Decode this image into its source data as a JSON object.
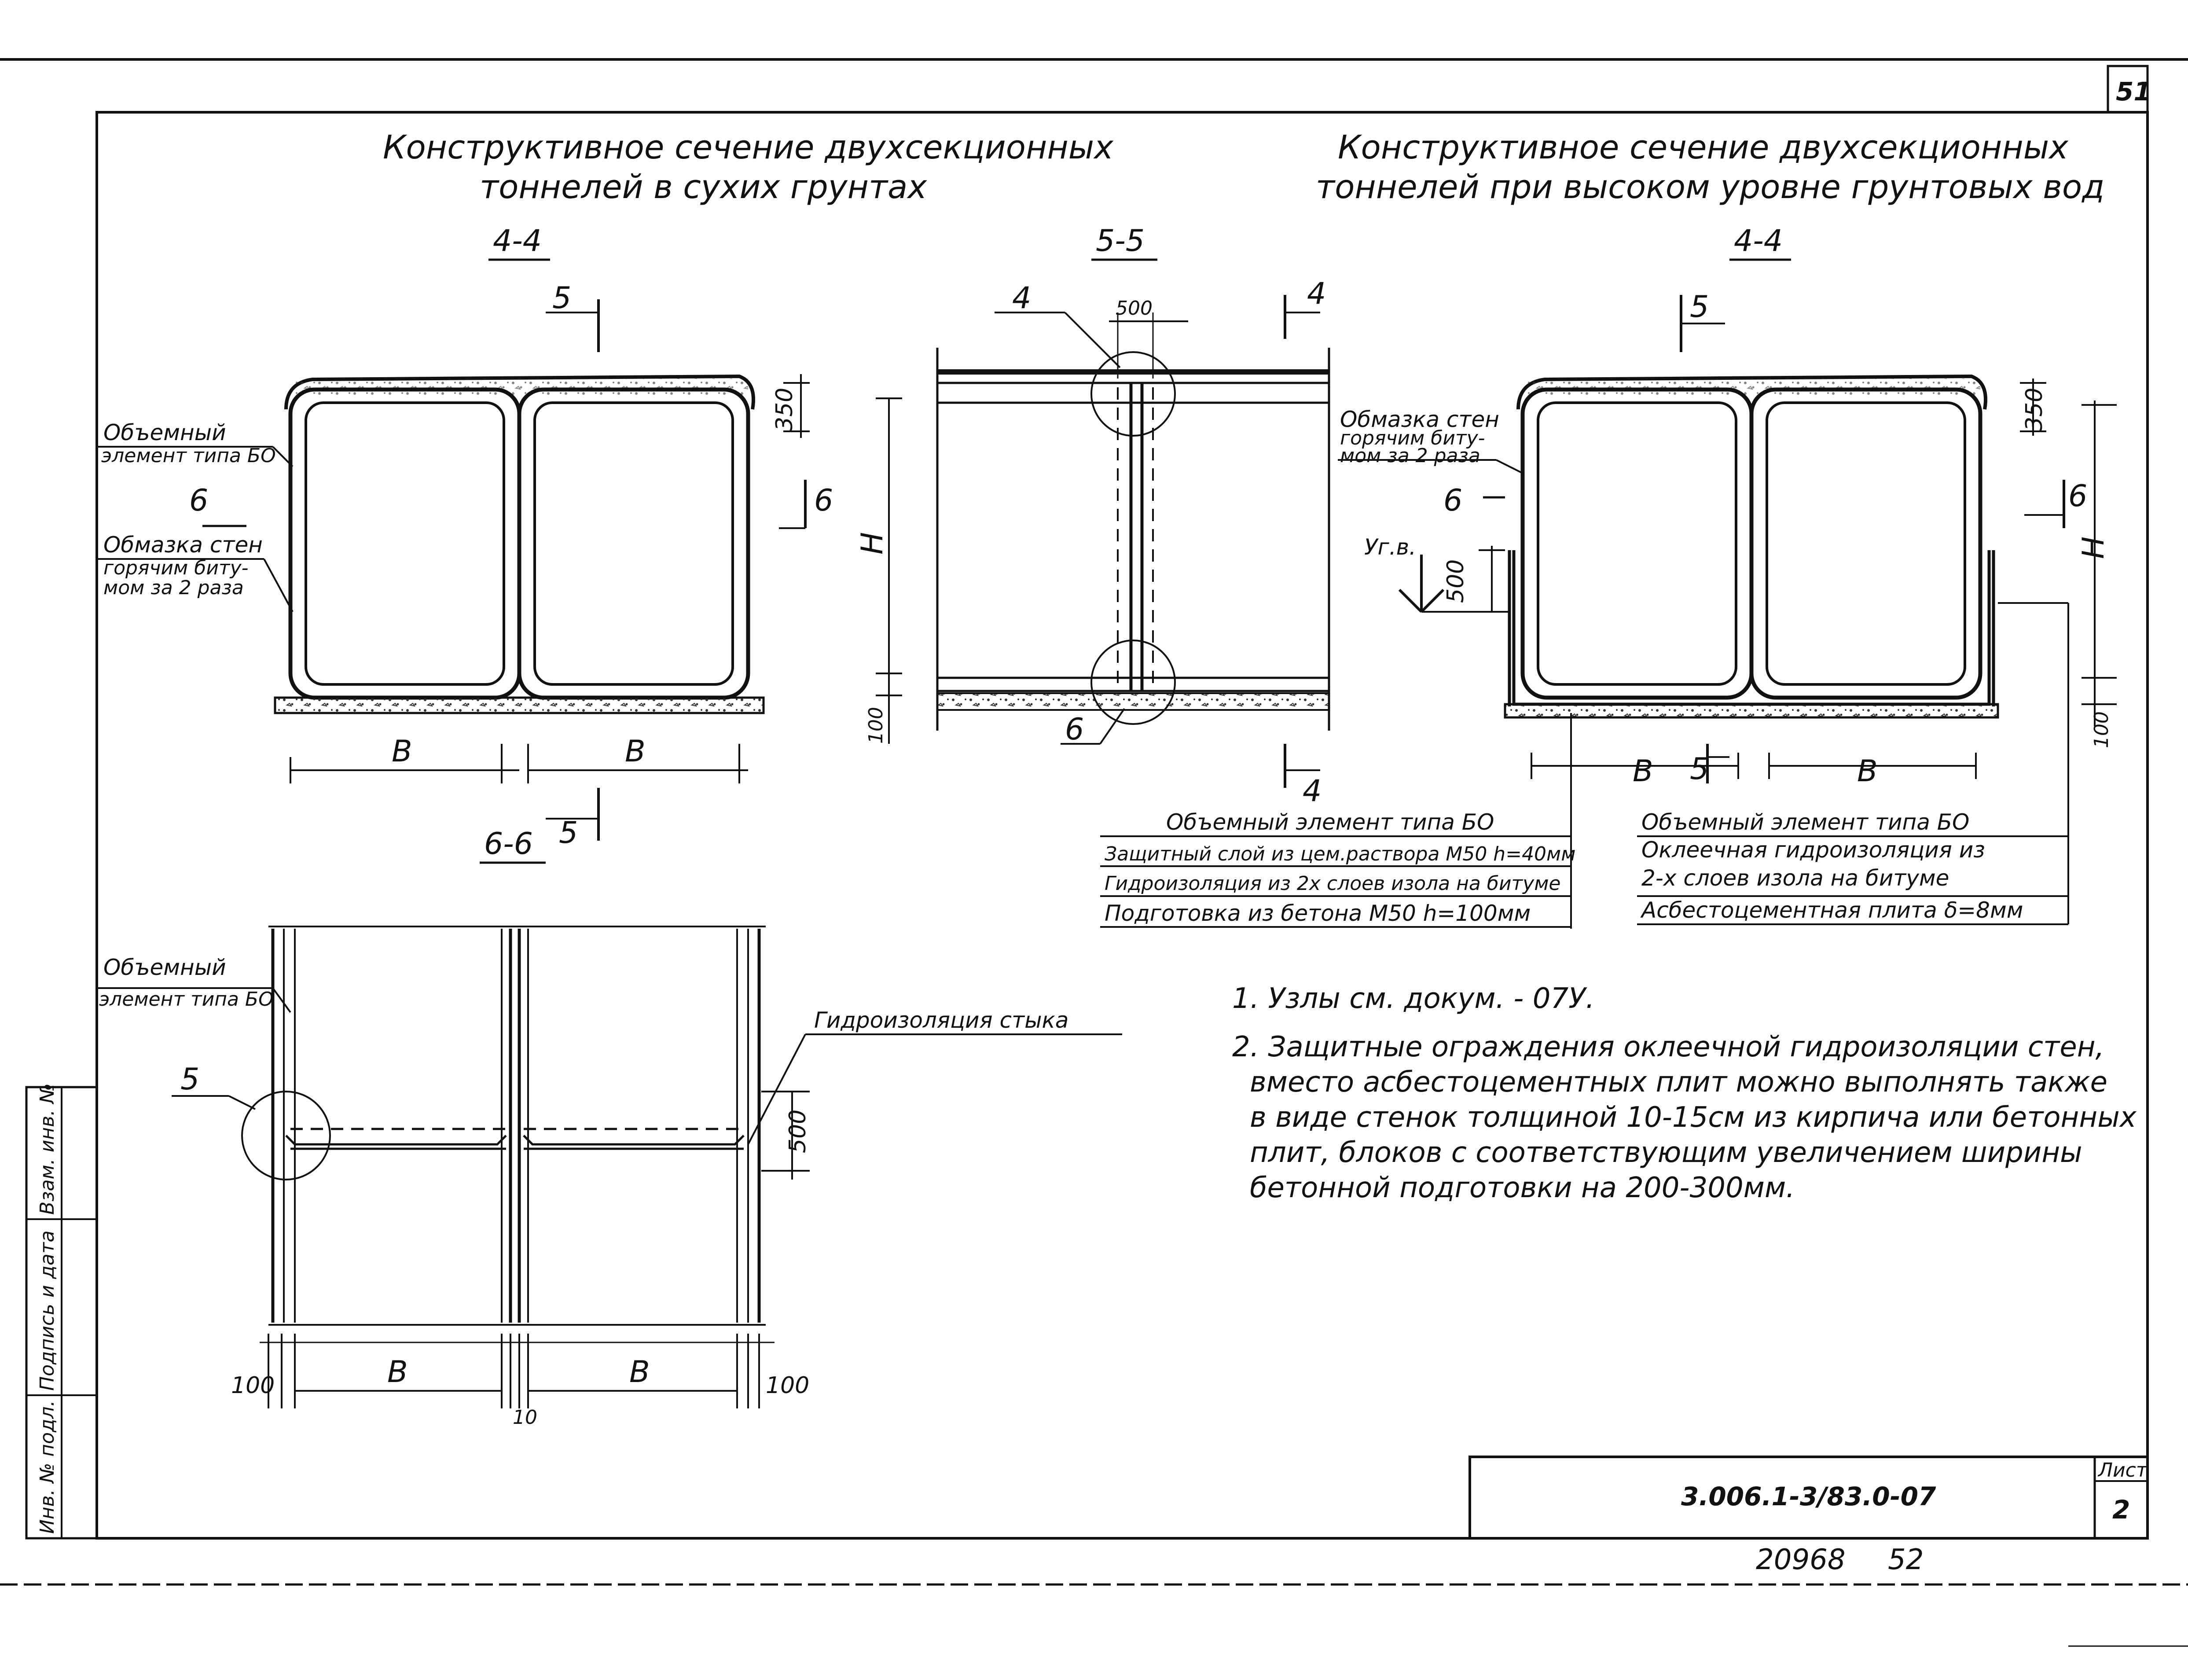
{
  "sheet": {
    "page_number": "51",
    "doc_code": "3.006.1-3/83.0-07",
    "list_label": "Лист",
    "list_number": "2",
    "archive_number": "20968",
    "archive_page": "52"
  },
  "titles": {
    "left": [
      "Конструктивное  сечение   двухсекционных",
      "тоннелей   в сухих   грунтах"
    ],
    "right": [
      "Конструктивное  сечение  двухсекционных",
      "тоннелей  при высоком  уровне  грунтовых  вод"
    ]
  },
  "sections": {
    "left_4_4": "4-4",
    "mid_5_5": "5-5",
    "right_4_4": "4-4",
    "plan_6_6": "6-6",
    "cut_5": "5",
    "cut_6": "6",
    "cut_4": "4"
  },
  "labels": {
    "volume_elem": [
      "Объемный",
      "элемент типа БО"
    ],
    "coating": [
      "Обмазка стен",
      "горячим биту-",
      "мом за 2 раза"
    ],
    "coating_right": [
      "Обмазка стен",
      "горячим биту-",
      "мом за 2 раза"
    ],
    "ugv": "Уг.в.",
    "plan_volume_elem": [
      "Объемный",
      "элемент типа БО"
    ],
    "joint_waterproofing": "Гидроизоляция  стыка"
  },
  "dims": {
    "d500_top": "500",
    "d350": "350",
    "d350_right": "350",
    "H": "H",
    "H_right": "H",
    "d100": "100",
    "d100_right": "100",
    "d500_right": "500",
    "d500_plan": "500",
    "B": "B",
    "d100_plan_left": "100",
    "d100_plan_right": "100",
    "d10": "10",
    "n4": "4",
    "n6": "6"
  },
  "legend_left": [
    "Объемный элемент  типа БО",
    "Защитный слой из цем.раствора М50 h=40мм",
    "Гидроизоляция из 2х слоев изола на битуме",
    "Подготовка  из бетона М50  h=100мм"
  ],
  "legend_right": [
    "Объемный  элемент  типа БО",
    "Оклеечная гидроизоляция из",
    "2-х слоев  изола на битуме",
    "Асбестоцементная плита δ=8мм"
  ],
  "notes": [
    "1. Узлы  см.  докум. - 07У.",
    "2. Защитные ограждения оклеечной гидроизоляции стен,",
    "вместо асбестоцементных плит можно выполнять также",
    "в виде стенок толщиной 10-15см из кирпича или бетонных",
    "плит, блоков с соответствующим увеличением ширины",
    "бетонной  подготовки на 200-300мм."
  ],
  "side_stamp": [
    "Инв. № подл.",
    "Подпись и дата",
    "Взам. инв. №"
  ]
}
